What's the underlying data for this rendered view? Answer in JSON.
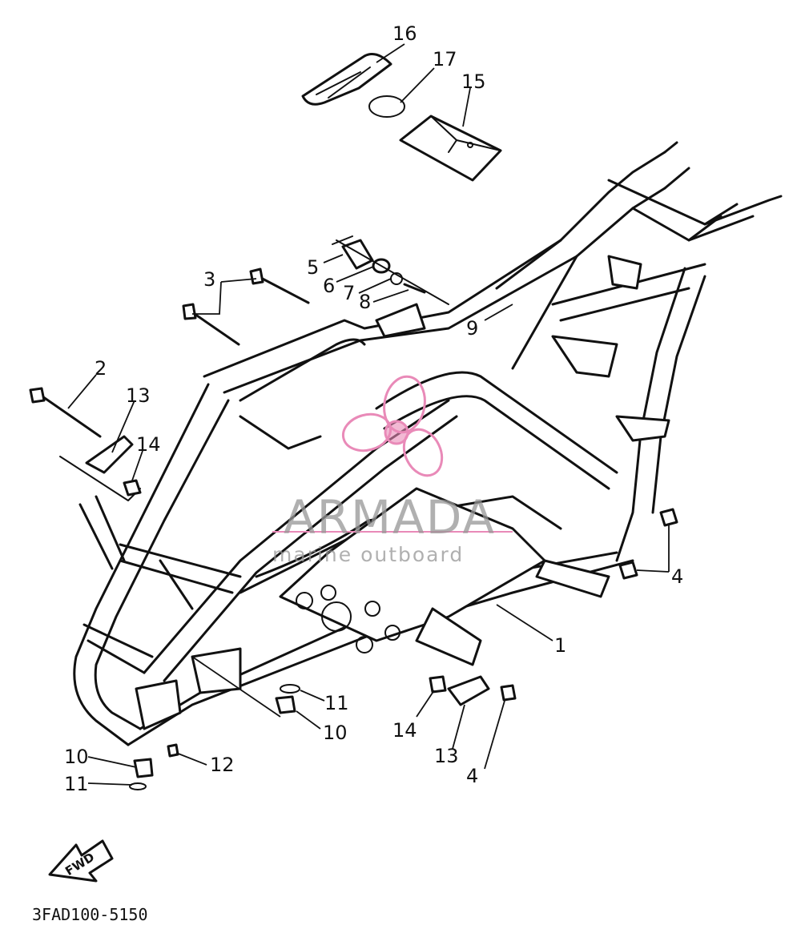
{
  "diagram": {
    "part_code": "3FAD100-5150",
    "fwd_label": "FWD",
    "callouts": [
      "16",
      "17",
      "15",
      "5",
      "6",
      "7",
      "8",
      "3",
      "9",
      "2",
      "13",
      "14",
      "4",
      "1",
      "14",
      "13",
      "4",
      "11",
      "10",
      "10",
      "11",
      "12"
    ]
  },
  "watermark": {
    "brand": "ARMADA",
    "tagline": "marine outboard",
    "accent_color": "#e98ab8"
  }
}
